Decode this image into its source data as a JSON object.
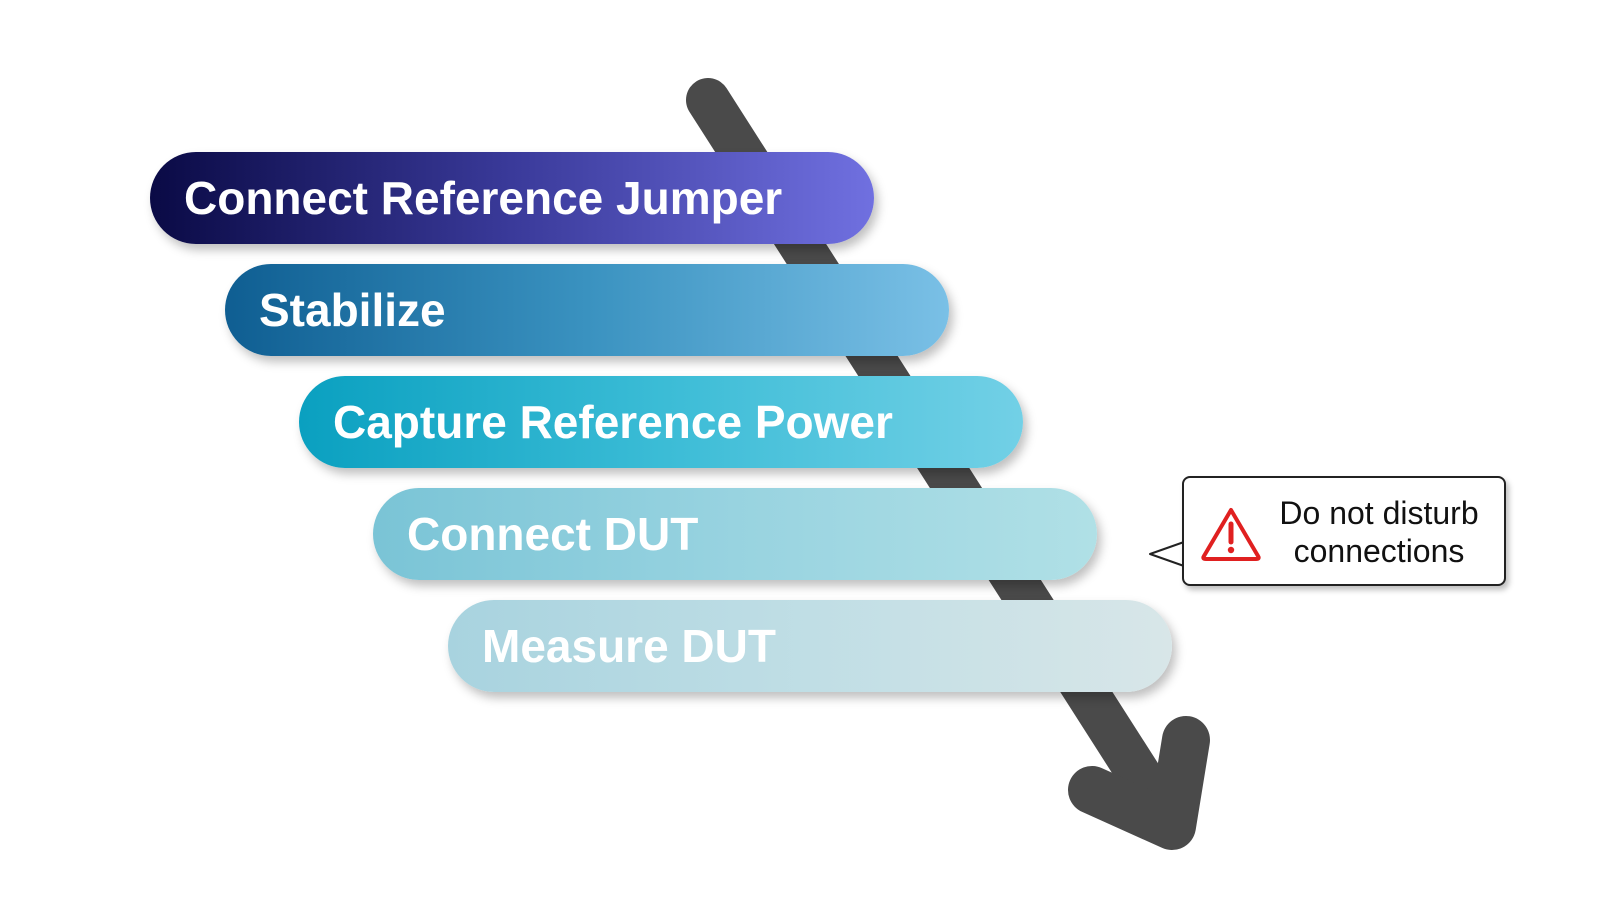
{
  "steps": [
    {
      "label": "Connect Reference Jumper"
    },
    {
      "label": "Stabilize"
    },
    {
      "label": "Capture Reference Power"
    },
    {
      "label": "Connect DUT"
    },
    {
      "label": "Measure DUT"
    }
  ],
  "callout": {
    "line1": "Do not disturb",
    "line2": "connections",
    "icon": "warning-triangle-icon"
  },
  "colors": {
    "arrow": "#4a4a4a",
    "warning": "#e02020"
  }
}
